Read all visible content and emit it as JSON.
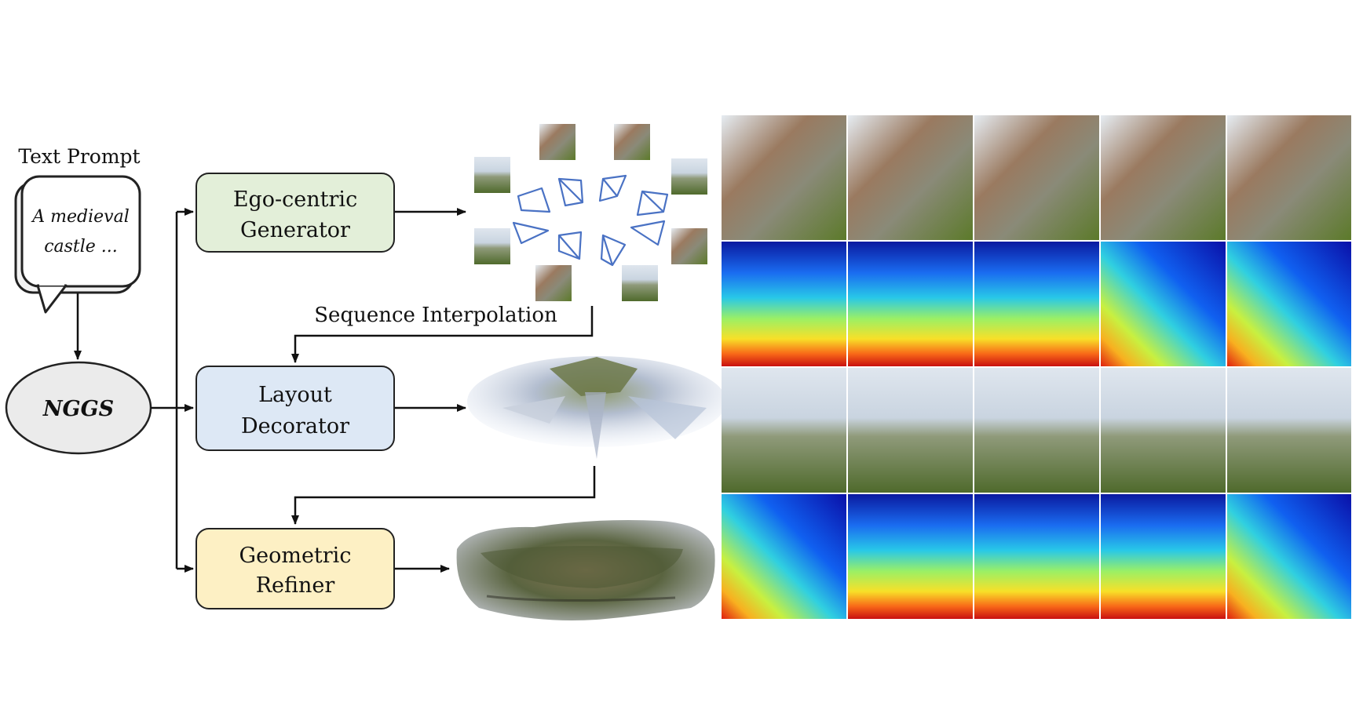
{
  "title": {
    "text_prompt": "Text Prompt"
  },
  "prompt": {
    "line1": "A medieval",
    "line2": "castle ..."
  },
  "hub": {
    "label": "NGGS"
  },
  "modules": {
    "ego": {
      "line1": "Ego-centric",
      "line2": "Generator",
      "fill": "#e3efd9"
    },
    "layout": {
      "line1": "Layout",
      "line2": "Decorator",
      "fill": "#dde8f5"
    },
    "geo": {
      "line1": "Geometric",
      "line2": "Refiner",
      "fill": "#fdf0c4"
    }
  },
  "labels": {
    "sequence": "Sequence Interpolation"
  },
  "colors": {
    "camera": "#4a72c4",
    "border": "#222222"
  },
  "grid": {
    "rows": [
      "rgb",
      "depth",
      "rgb",
      "depth"
    ],
    "cols": 5
  }
}
